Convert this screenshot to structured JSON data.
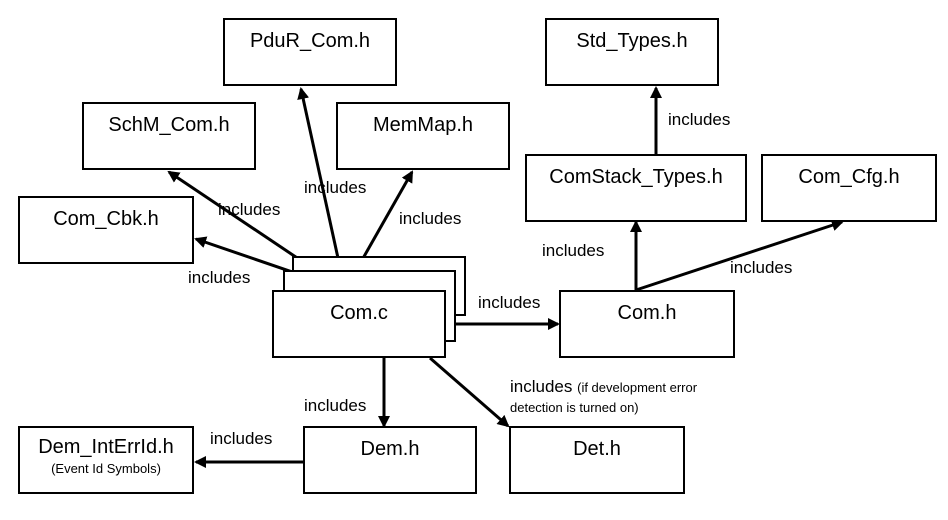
{
  "nodes": {
    "pdur": "PduR_Com.h",
    "std_types": "Std_Types.h",
    "schm": "SchM_Com.h",
    "memmap": "MemMap.h",
    "comstack": "ComStack_Types.h",
    "com_cfg": "Com_Cfg.h",
    "com_cbk": "Com_Cbk.h",
    "com_c": "Com.c",
    "com_h": "Com.h",
    "dem_interr": "Dem_IntErrId.h",
    "dem_interr_sub": "(Event Id Symbols)",
    "dem_h": "Dem.h",
    "det_h": "Det.h"
  },
  "edges": {
    "com_c_pdur": "includes",
    "com_c_schm": "includes",
    "com_c_memmap": "includes",
    "com_c_cbk": "includes",
    "com_c_com_h": "includes",
    "com_c_dem": "includes",
    "com_c_det": "includes",
    "com_c_det_note_1": "(if development error",
    "com_c_det_note_2": "detection is turned on)",
    "comstack_std": "includes",
    "com_h_comstack": "includes",
    "com_h_cfg": "includes",
    "dem_interr": "includes"
  }
}
